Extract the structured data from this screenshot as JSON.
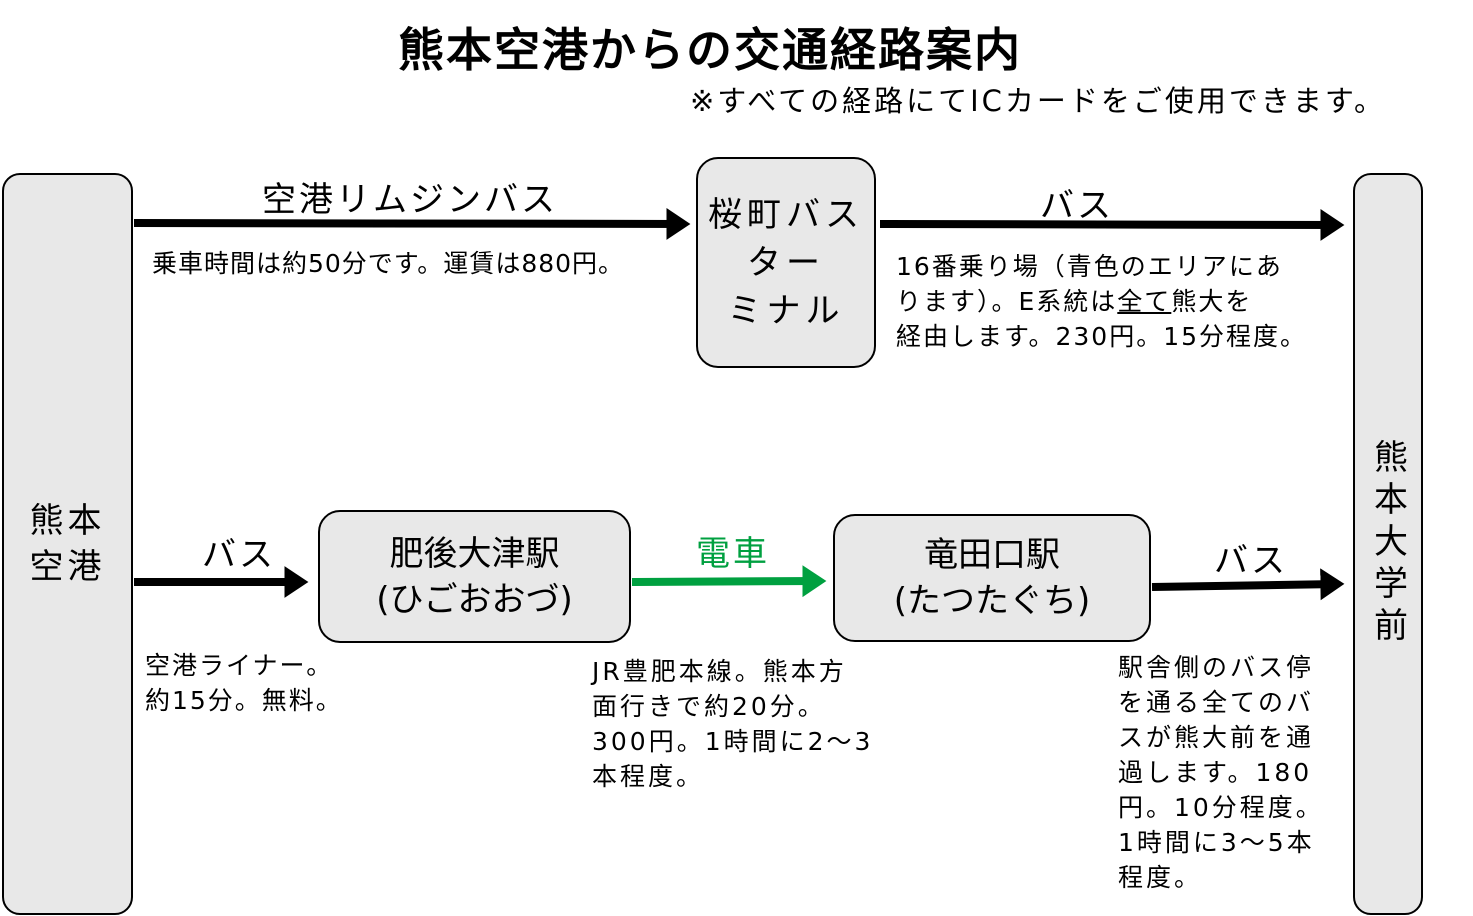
{
  "title": "熊本空港からの交通経路案内",
  "note": "※すべての経路にてICカードをご使用できます。",
  "nodes": {
    "airport": "熊本空港",
    "university": "熊本大学前",
    "sakuramachi": "桜町バス\nター\nミナル",
    "higo_otsu": "肥後大津駅\n(ひごおおづ)",
    "tatsutaguchi": "竜田口駅\n(たつたぐち)"
  },
  "routes": {
    "limousine": {
      "label": "空港リムジンバス",
      "desc": "乗車時間は約50分です。運賃は880円。"
    },
    "sakura_bus": {
      "label": "バス",
      "desc_a": "16番乗り場（青色のエリアにあ\nります）。E系統は",
      "desc_b": "全て",
      "desc_c": "熊大を\n経由します。230円。15分程度。"
    },
    "liner": {
      "label": "バス",
      "desc": "空港ライナー。\n約15分。無料。"
    },
    "train": {
      "label": "電車",
      "desc": "JR豊肥本線。熊本方\n面行きで約20分。\n300円。1時間に2～3\n本程度。"
    },
    "tatsuta_bus": {
      "label": "バス",
      "desc": "駅舎側のバス停\nを通る全てのバ\nスが熊大前を通\n過します。180\n円。10分程度。\n1時間に3～5本\n程度。"
    }
  },
  "colors": {
    "train": "#00a040",
    "box": "#e8e8e8",
    "arrow": "#000000"
  }
}
